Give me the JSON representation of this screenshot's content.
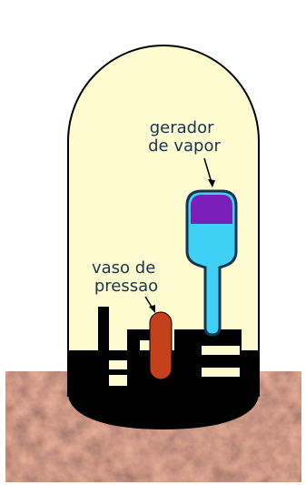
{
  "labels": {
    "steam_generator": [
      "gerador",
      "de vapor"
    ],
    "pressure_vessel": [
      "vaso de",
      "pressao"
    ]
  },
  "colors": {
    "background": "#ffffff",
    "dome_fill": "#fffbd0",
    "outline": "#000000",
    "ground_base": "#9a4f3c",
    "water": "#3fd1f5",
    "steam": "#7a1fb8",
    "generator_border": "#17344f",
    "pressure_vessel": "#c4411b",
    "label_text": "#17344f"
  }
}
